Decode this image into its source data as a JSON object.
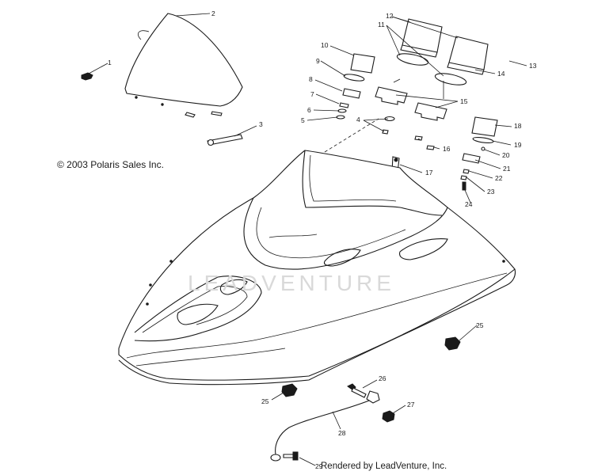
{
  "copyright": "© 2003 Polaris Sales Inc.",
  "rendered_by": "Rendered by LeadVenture, Inc.",
  "watermark": "LEADVENTURE",
  "callouts": [
    "1",
    "2",
    "3",
    "4",
    "5",
    "6",
    "7",
    "8",
    "9",
    "10",
    "11",
    "12",
    "13",
    "14",
    "15",
    "16",
    "17",
    "18",
    "19",
    "20",
    "21",
    "22",
    "23",
    "24",
    "25",
    "26",
    "27",
    "28",
    "29"
  ]
}
